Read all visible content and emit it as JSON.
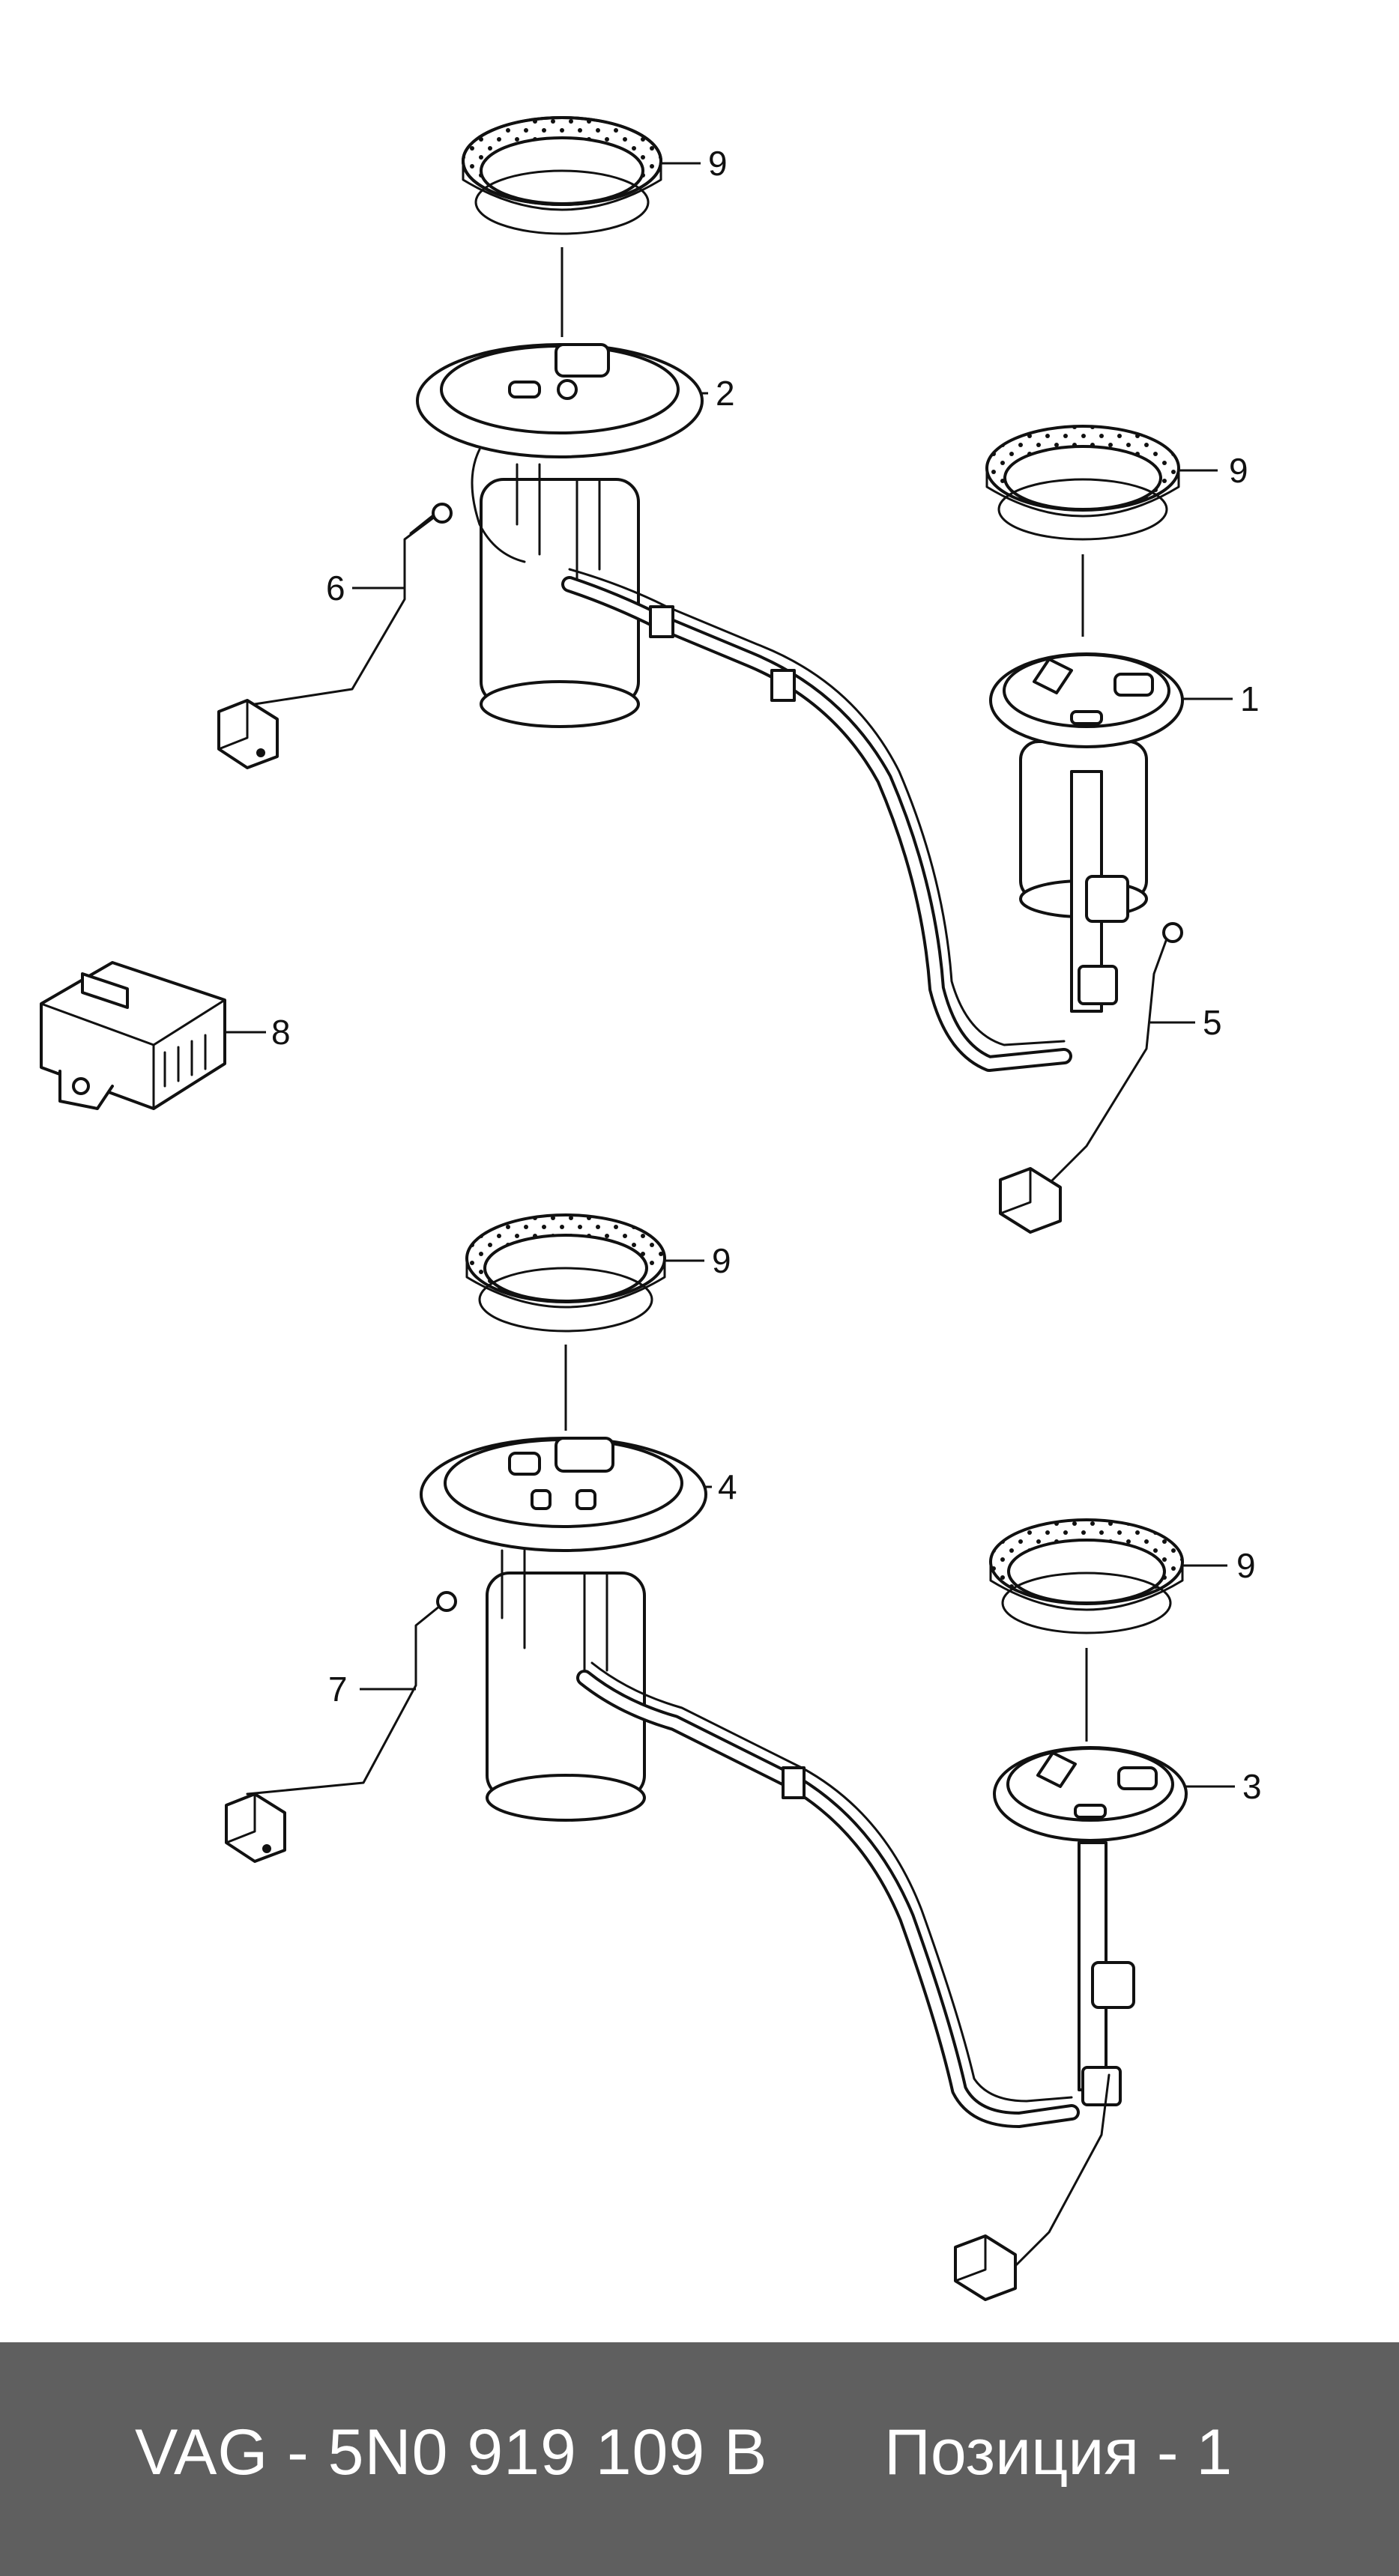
{
  "diagram": {
    "callouts": {
      "seal_top_left": "9",
      "pump_unit_top": "2",
      "seal_top_right": "9",
      "pump_unit_right_top": "1",
      "sender_left_top": "6",
      "sender_right_top": "5",
      "control_unit": "8",
      "seal_bottom_left": "9",
      "pump_unit_bottom": "4",
      "seal_bottom_right": "9",
      "pump_unit_right_bottom": "3",
      "sender_left_bottom": "7"
    }
  },
  "footer": {
    "part_number": "VAG - 5N0 919 109 B",
    "position": "Позиция - 1"
  },
  "colors": {
    "footer_background": "#5f5f5f",
    "footer_text": "#ffffff",
    "line_art": "#111111"
  }
}
